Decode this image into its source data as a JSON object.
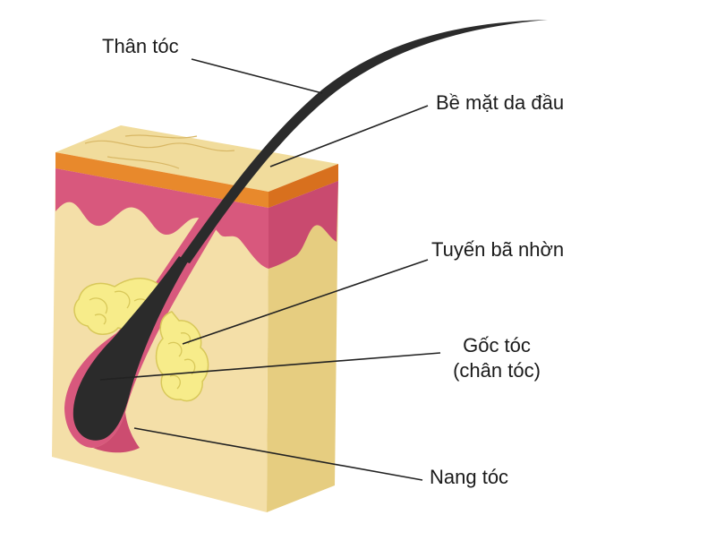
{
  "labels": {
    "hair_shaft": "Thân tóc",
    "scalp_surface": "Bề mặt da đầu",
    "sebaceous_gland": "Tuyến bã nhờn",
    "hair_root_line1": "Gốc tóc",
    "hair_root_line2": "(chân tóc)",
    "hair_follicle": "Nang tóc"
  },
  "colors": {
    "skin_top": "#f1dc9c",
    "skin_front": "#f4dfa8",
    "skin_side": "#e7cf83",
    "epidermis_orange": "#e8892c",
    "dermis_pink": "#d8587d",
    "gland_yellow": "#f7ec8a",
    "hair": "#2b2b2b",
    "leader_line": "#222222"
  }
}
